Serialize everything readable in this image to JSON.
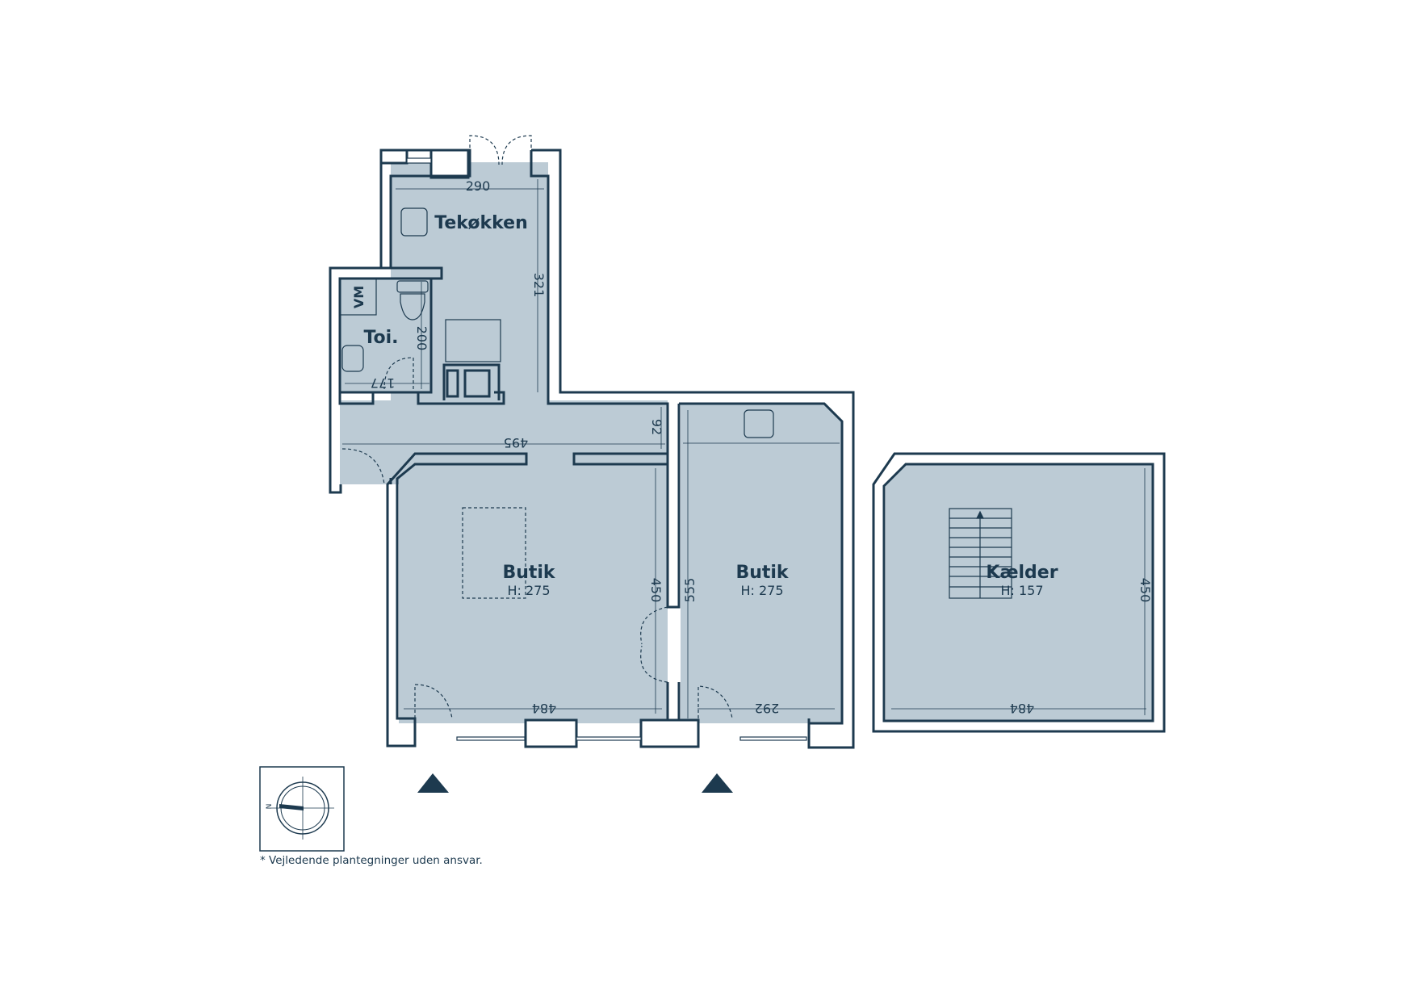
{
  "rooms": {
    "tekokken": {
      "name": "Tekøkken"
    },
    "toilet": {
      "name": "Toi.",
      "fixture": "VM"
    },
    "butik_left": {
      "name": "Butik",
      "height": "H: 275"
    },
    "butik_right": {
      "name": "Butik",
      "height": "H: 275"
    },
    "kaelder": {
      "name": "Kælder",
      "height": "H: 157"
    }
  },
  "dimensions": {
    "tekokken_width": "290",
    "tekokken_depth": "321",
    "toilet_depth": "200",
    "toilet_width": "177",
    "hall_width": "495",
    "hall_depth": "92",
    "butik_left_width": "484",
    "butik_left_depth": "450",
    "butik_right_depth": "555",
    "butik_right_width": "292",
    "kaelder_depth": "450",
    "kaelder_width": "484"
  },
  "compass": {
    "label": "N",
    "direction": "west"
  },
  "disclaimer": "* Vejledende plantegninger uden ansvar.",
  "colors": {
    "wall": "#1d3a4f",
    "floor": "#bccbd5",
    "background": "#ffffff"
  }
}
